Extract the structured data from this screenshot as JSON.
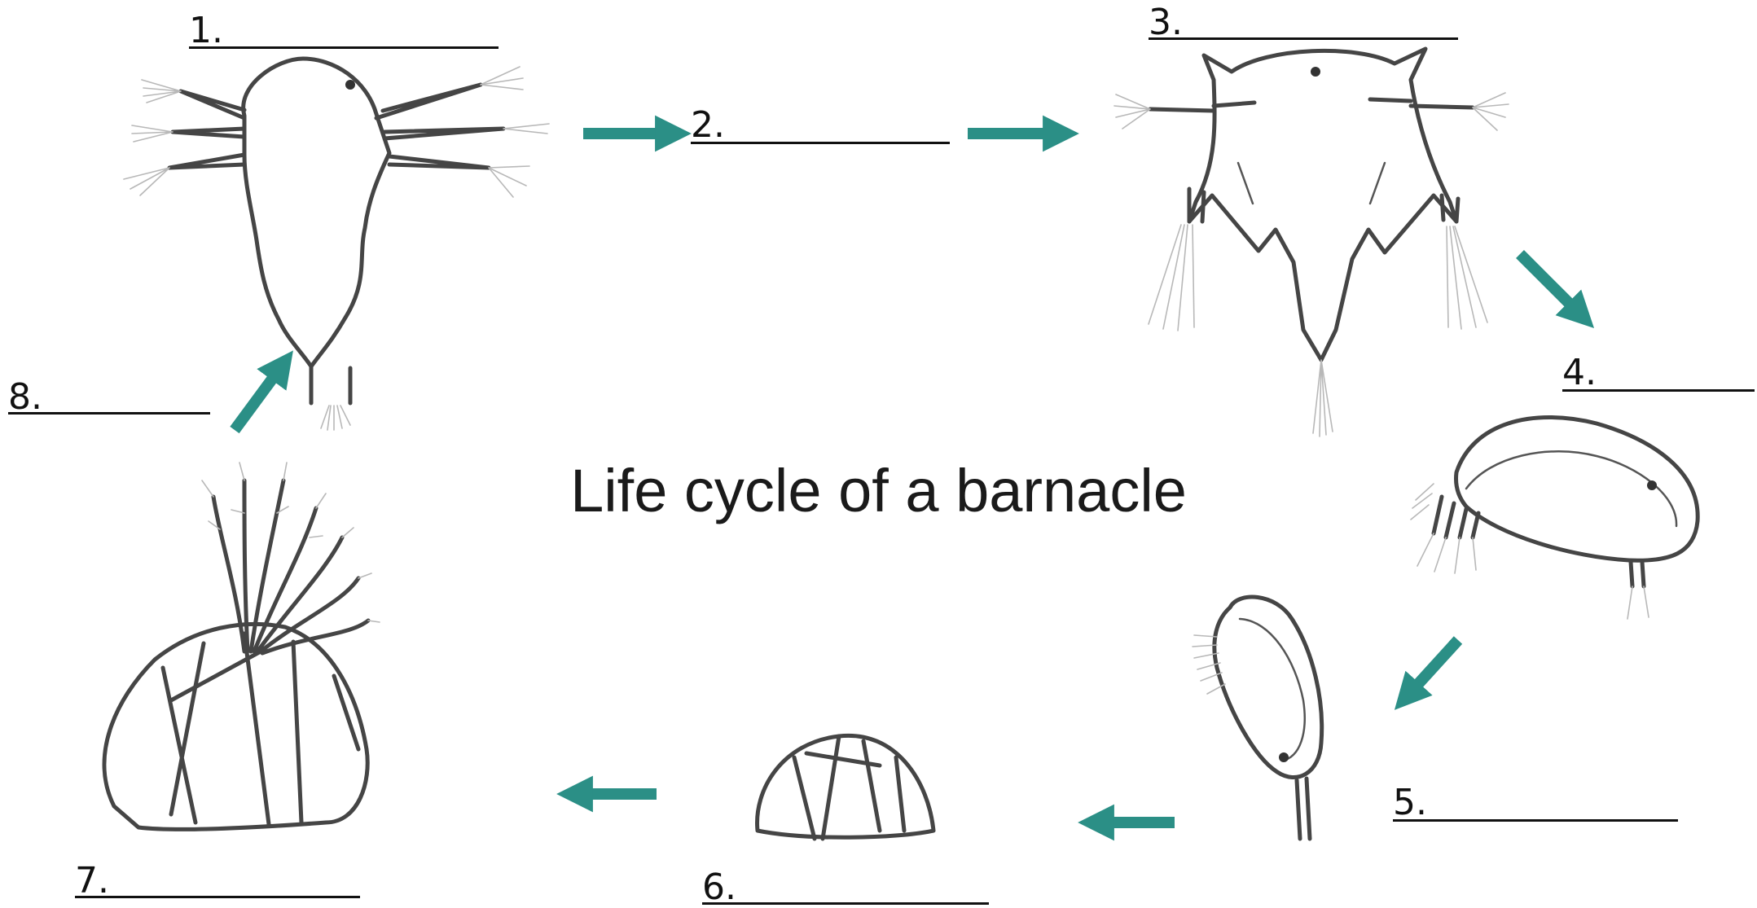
{
  "diagram": {
    "title": "Life cycle of a barnacle",
    "arrow_color": "#2b8f86",
    "stages": [
      {
        "number": "1.",
        "answer": ""
      },
      {
        "number": "2.",
        "answer": ""
      },
      {
        "number": "3.",
        "answer": ""
      },
      {
        "number": "4.",
        "answer": ""
      },
      {
        "number": "5.",
        "answer": ""
      },
      {
        "number": "6.",
        "answer": ""
      },
      {
        "number": "7.",
        "answer": ""
      },
      {
        "number": "8.",
        "answer": ""
      }
    ]
  }
}
